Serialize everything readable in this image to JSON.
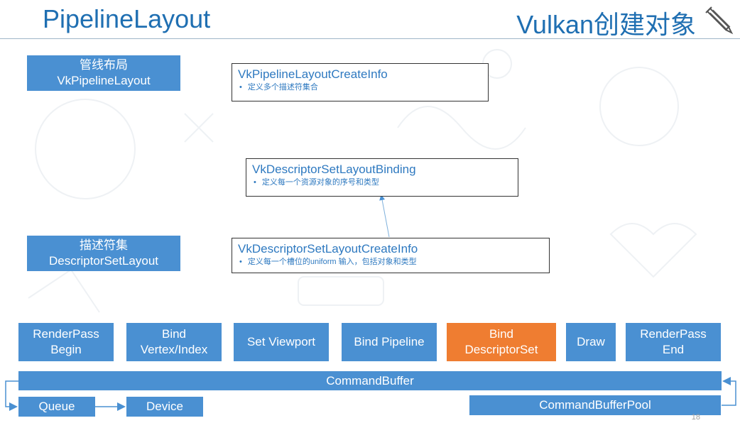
{
  "header": {
    "title": "PipelineLayout",
    "section": "Vulkan创建对象",
    "pencil_icon": "pencil-icon"
  },
  "pipeline_layout": {
    "zh": "管线布局",
    "en": "VkPipelineLayout",
    "create_info": {
      "title": "VkPipelineLayoutCreateInfo",
      "bullet": "定义多个描述符集合"
    }
  },
  "binding": {
    "title": "VkDescriptorSetLayoutBinding",
    "bullet": "定义每一个资源对象的序号和类型"
  },
  "descriptor_set_layout": {
    "zh": "描述符集",
    "en": "DescriptorSetLayout",
    "create_info": {
      "title": "VkDescriptorSetLayoutCreateInfo",
      "bullet": "定义每一个槽位的uniform 输入，包括对象和类型"
    }
  },
  "commands": [
    {
      "line1": "RenderPass",
      "line2": "Begin"
    },
    {
      "line1": "Bind",
      "line2": "Vertex/Index"
    },
    {
      "line1": "Set Viewport",
      "line2": ""
    },
    {
      "line1": "Bind Pipeline",
      "line2": ""
    },
    {
      "line1": "Bind",
      "line2": "DescriptorSet"
    },
    {
      "line1": "Draw",
      "line2": ""
    },
    {
      "line1": "RenderPass",
      "line2": "End"
    }
  ],
  "highlight_color": "#ef7d31",
  "box_color": "#4a90d2",
  "command_buffer": "CommandBuffer",
  "queue": "Queue",
  "device": "Device",
  "command_buffer_pool": "CommandBufferPool",
  "page_number": "18"
}
